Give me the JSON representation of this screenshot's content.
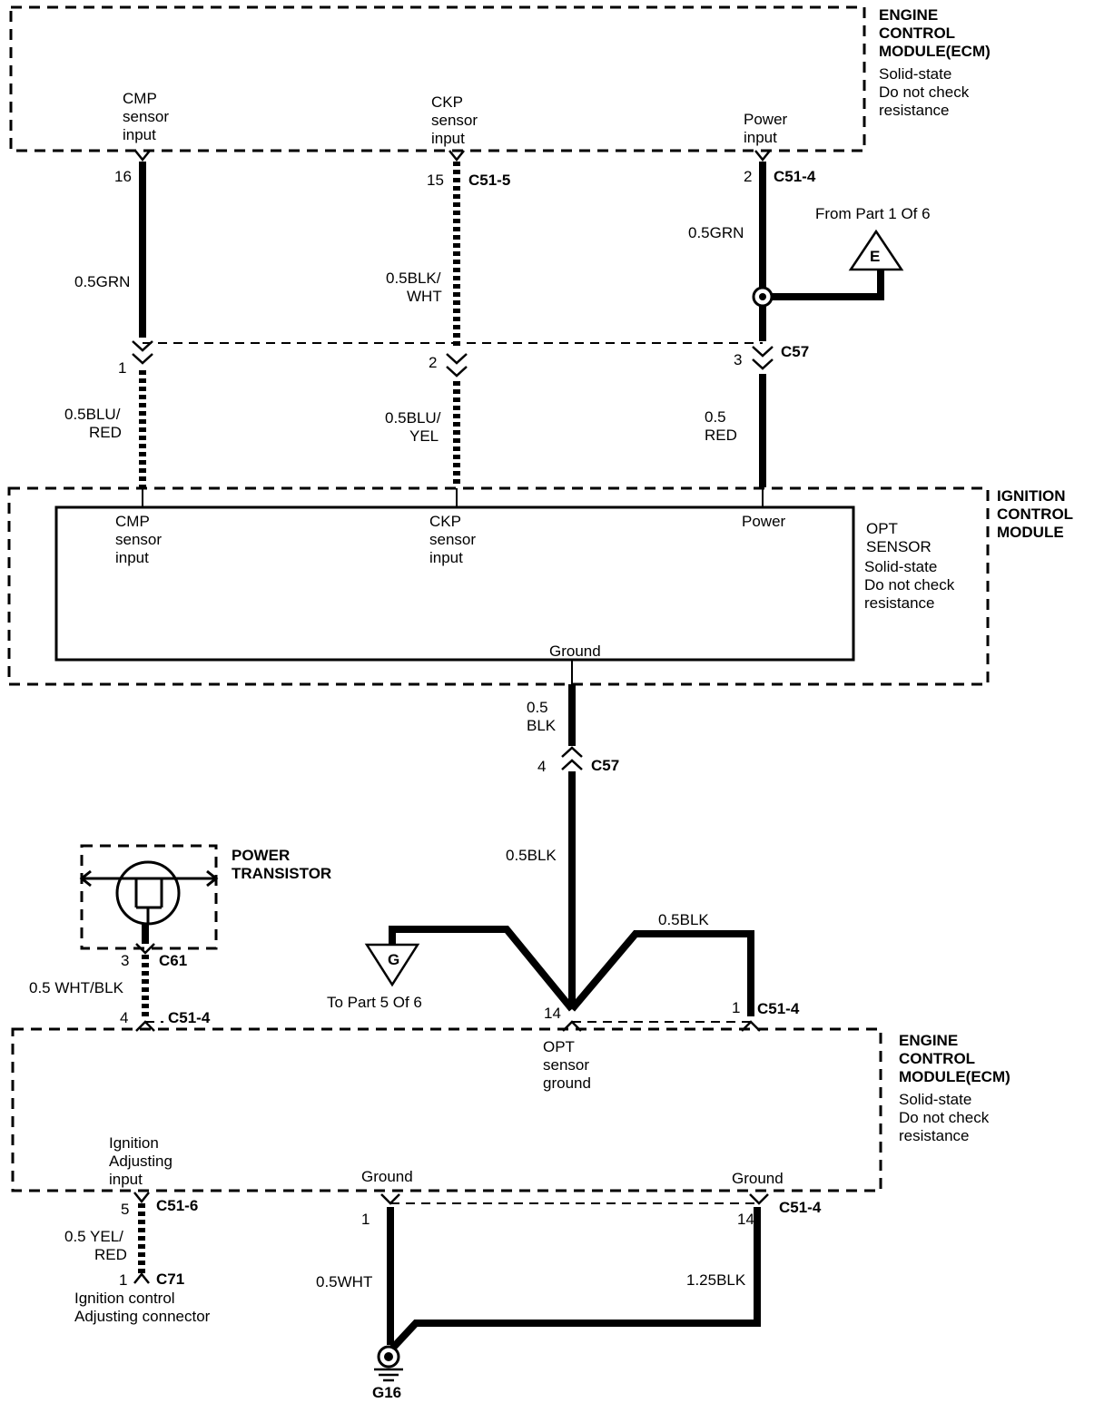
{
  "ecm_top": {
    "title": [
      "ENGINE",
      "CONTROL",
      "MODULE(ECM)"
    ],
    "note": [
      "Solid-state",
      "Do not check",
      "resistance"
    ],
    "cmp_input": [
      "CMP",
      "sensor",
      "input"
    ],
    "ckp_input": [
      "CKP",
      "sensor",
      "input"
    ],
    "power_input": [
      "Power",
      "input"
    ]
  },
  "ecm_top_pins": {
    "cmp_pin": "16",
    "ckp_pin": "15",
    "ckp_connector": "C51-5",
    "power_pin": "2",
    "power_connector": "C51-4"
  },
  "wires_upper": {
    "cmp_color": "0.5GRN",
    "ckp_color": [
      "0.5BLK/",
      "WHT"
    ],
    "power_color": "0.5GRN",
    "from_part": "From Part 1 Of 6",
    "junction_e": "E"
  },
  "c57_top": {
    "pin1": "1",
    "pin2": "2",
    "pin3": "3",
    "connector": "C57"
  },
  "wires_mid": {
    "cmp_color": [
      "0.5BLU/",
      "RED"
    ],
    "ckp_color": [
      "0.5BLU/",
      "YEL"
    ],
    "power_color": [
      "0.5",
      "RED"
    ]
  },
  "icm": {
    "title": [
      "IGNITION",
      "CONTROL",
      "MODULE"
    ],
    "cmp_input": [
      "CMP",
      "sensor",
      "input"
    ],
    "ckp_input": [
      "CKP",
      "sensor",
      "input"
    ],
    "power": "Power",
    "ground": "Ground",
    "opt_sensor": [
      "OPT",
      "SENSOR"
    ],
    "note": [
      "Solid-state",
      "Do not check",
      "resistance"
    ]
  },
  "ground_path": {
    "wire1": [
      "0.5",
      "BLK"
    ],
    "pin": "4",
    "connector": "C57",
    "wire2": "0.5BLK",
    "wire3": "0.5BLK",
    "junction_g": "G",
    "to_part": "To Part 5 Of 6",
    "opt_pin": "14",
    "right_pin": "1",
    "right_connector": "C51-4"
  },
  "power_transistor": {
    "title": [
      "POWER",
      "TRANSISTOR"
    ],
    "pin": "3",
    "connector": "C61",
    "wire": "0.5 WHT/BLK",
    "ecm_pin": "4",
    "ecm_connector": "C51-4"
  },
  "ecm_bottom": {
    "title": [
      "ENGINE",
      "CONTROL",
      "MODULE(ECM)"
    ],
    "note": [
      "Solid-state",
      "Do not check",
      "resistance"
    ],
    "opt_ground": [
      "OPT",
      "sensor",
      "ground"
    ],
    "ign_adjust": [
      "Ignition",
      "Adjusting",
      "input"
    ],
    "ground_left": "Ground",
    "ground_right": "Ground"
  },
  "bottom_wires": {
    "adj_pin": "5",
    "adj_connector": "C51-6",
    "adj_color": [
      "0.5 YEL/",
      "RED"
    ],
    "c71_pin": "1",
    "c71": "C71",
    "c71_label": [
      "Ignition control",
      "Adjusting connector"
    ],
    "gl_pin": "1",
    "gl_color": "0.5WHT",
    "gr_pin": "14",
    "gr_connector": "C51-4",
    "gr_color": "1.25BLK",
    "ground_point": "G16"
  }
}
